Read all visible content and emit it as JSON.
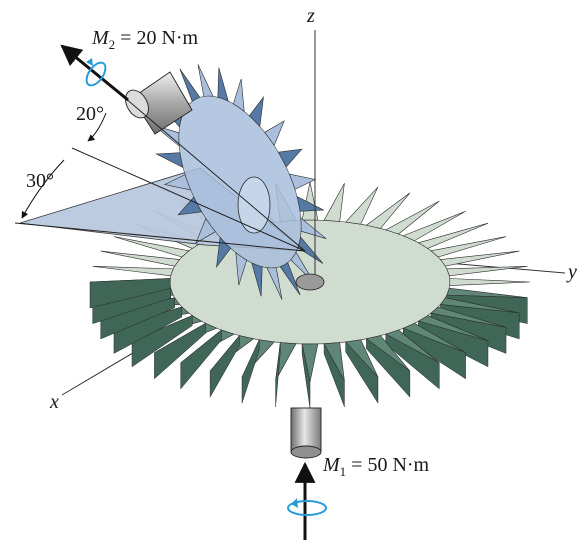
{
  "figure": {
    "axes": {
      "z": "z",
      "y": "y",
      "x": "x"
    },
    "moment_2": {
      "symbol": "M",
      "subscript": "2",
      "equals": " = 20 N·m"
    },
    "moment_1": {
      "symbol": "M",
      "subscript": "1",
      "equals": " = 50 N·m"
    },
    "angle_upper": "20°",
    "angle_lower": "30°",
    "large_gear_tooth_count": 40,
    "small_gear_tooth_count": 24,
    "colors": {
      "large_gear": "#cfdccf",
      "large_gear_tooth_dark": "#5f8676",
      "small_gear": "#a9bfdc",
      "small_gear_dark": "#557aa5",
      "shaft": "#9a9a9a",
      "rotation_arrow": "#2b9bd8",
      "outline": "#2a2a2a"
    }
  }
}
